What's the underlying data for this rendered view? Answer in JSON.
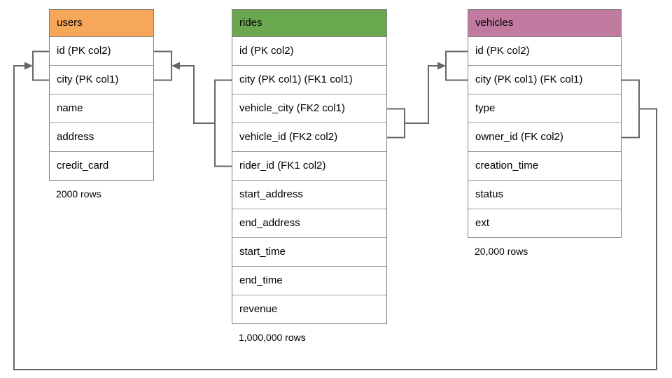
{
  "diagram": {
    "tables": [
      {
        "name": "users",
        "header_color": "#F6A75A",
        "columns": [
          "id (PK col2)",
          "city (PK col1)",
          "name",
          "address",
          "credit_card"
        ],
        "row_count_label": "2000 rows"
      },
      {
        "name": "rides",
        "header_color": "#6AA84F",
        "columns": [
          "id (PK col2)",
          "city (PK col1) (FK1 col1)",
          "vehicle_city (FK2 col1)",
          "vehicle_id (FK2 col2)",
          "rider_id (FK1 col2)",
          "start_address",
          "end_address",
          "start_time",
          "end_time",
          "revenue"
        ],
        "row_count_label": "1,000,000 rows"
      },
      {
        "name": "vehicles",
        "header_color": "#C27BA0",
        "columns": [
          "id (PK col2)",
          "city (PK col1) (FK col1)",
          "type",
          "owner_id (FK col2)",
          "creation_time",
          "status",
          "ext"
        ],
        "row_count_label": "20,000 rows"
      }
    ],
    "relationships": [
      {
        "from_table": "rides",
        "from_columns": [
          "city (PK col1) (FK1 col1)",
          "rider_id (FK1 col2)"
        ],
        "to_table": "users",
        "to_columns": [
          "id (PK col2)",
          "city (PK col1)"
        ]
      },
      {
        "from_table": "rides",
        "from_columns": [
          "vehicle_city (FK2 col1)",
          "vehicle_id (FK2 col2)"
        ],
        "to_table": "vehicles",
        "to_columns": [
          "id (PK col2)",
          "city (PK col1) (FK col1)"
        ]
      },
      {
        "from_table": "vehicles",
        "from_columns": [
          "city (PK col1) (FK col1)",
          "owner_id (FK col2)"
        ],
        "to_table": "users",
        "to_columns": [
          "id (PK col2)",
          "city (PK col1)"
        ]
      }
    ],
    "colors": {
      "connector": "#666666",
      "table_border": "#808080",
      "background": "#ffffff",
      "text": "#000000"
    }
  }
}
